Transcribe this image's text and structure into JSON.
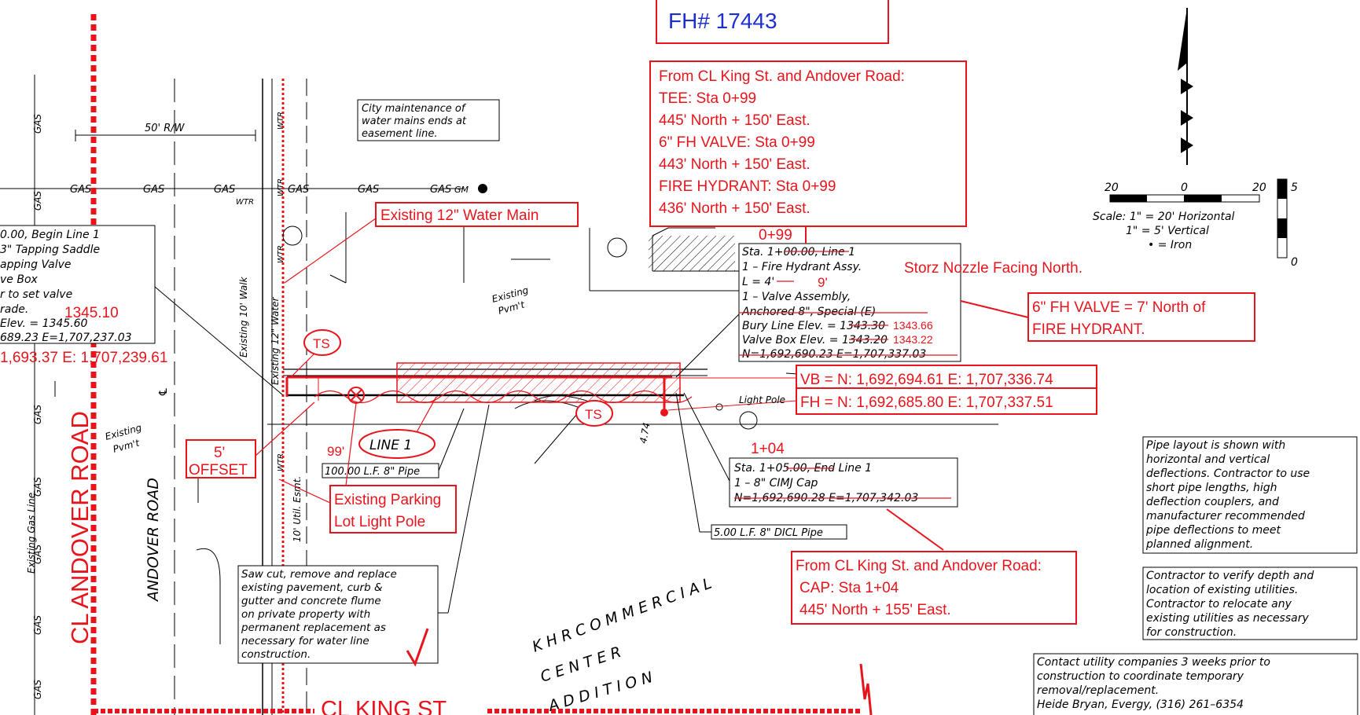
{
  "fh_box": {
    "number": "FH# 17443"
  },
  "location_box_1": {
    "lines": [
      "From CL King St. and Andover Road:",
      "TEE:  Sta 0+99",
      "445' North + 150' East.",
      "6\" FH VALVE:  Sta 0+99",
      "443' North + 150' East.",
      "FIRE HYDRANT:  Sta 0+99",
      "436' North + 150' East."
    ]
  },
  "location_box_2": {
    "lines": [
      "From CL King St. and Andover Road:",
      "CAP:  Sta 1+04",
      "445' North + 155' East."
    ]
  },
  "scale": {
    "tick_left": "20",
    "tick_mid": "0",
    "tick_right": "20",
    "vert_top": "5",
    "vert_bottom": "0",
    "line1": "Scale:  1\"  =  20' Horizontal",
    "line2": "1\"  =  5' Vertical",
    "line3": "• = Iron"
  },
  "callouts": {
    "existing_main": "Existing 12\" Water Main",
    "storz": "Storz Nozzle Facing North.",
    "valve_note": [
      "6\" FH VALVE = 7' North of",
      "FIRE HYDRANT."
    ],
    "vb_coords": "VB = N: 1,692,694.61   E: 1,707,336.74",
    "fh_coords": "FH = N: 1,692,685.80   E: 1,707,337.51",
    "offset": [
      "5'",
      "OFFSET"
    ],
    "light_pole": [
      "Existing Parking",
      "Lot Light Pole"
    ],
    "sta_099": "0+99",
    "sta_104": "1+04",
    "elev_begin": "1345.10",
    "coords_begin": "1,693.37   E: 1,707,239.61",
    "bury_elev": "1343.66",
    "vbox_elev": "1343.22",
    "length_new": "9'",
    "dim_99": "99'",
    "ts": "TS"
  },
  "notes": {
    "city_maint": [
      "City maintenance of",
      "water mains ends at",
      "easement line."
    ],
    "begin_line": [
      "0.00, Begin Line 1",
      "3\" Tapping Saddle",
      "apping Valve",
      "ve Box",
      "r to set valve",
      "rade.",
      "Elev. = 1345.60",
      "689.23  E=1,707,237.03"
    ],
    "fh_assy": [
      "Sta. 1+00.00, Line 1",
      "1 – Fire Hydrant Assy.",
      "L = 4'",
      "1 – Valve Assembly,",
      "Anchored 8\", Special (E)",
      "Bury Line Elev. = 1343.30",
      "Valve Box Elev. = 1343.20",
      "N=1,692,690.23  E=1,707,337.03"
    ],
    "end_line": [
      "Sta. 1+05.00, End Line 1",
      "1 – 8\" CIMJ Cap",
      "N=1,692,690.28  E=1,707,342.03"
    ],
    "pipe_800": "100.00 L.F. 8\" Pipe",
    "pipe_500": "5.00 L.F. 8\" DICL Pipe",
    "saw_cut": [
      "Saw cut, remove and replace",
      "existing pavement, curb &",
      "gutter and concrete flume",
      "on private property with",
      "permanent replacement as",
      "necessary for water line",
      "construction."
    ],
    "pipe_layout": [
      "Pipe layout is shown with",
      "horizontal and vertical",
      "deflections.  Contractor to use",
      "short pipe lengths, high",
      "deflection couplers, and",
      "manufacturer recommended",
      "pipe deflections to meet",
      "planned alignment."
    ],
    "verify": [
      "Contractor to verify depth and",
      "location of existing utilities.",
      "Contractor to relocate any",
      "existing utilities as necessary",
      "for construction."
    ],
    "contact": [
      "Contact utility companies 3 weeks prior to",
      "construction to coordinate temporary",
      "removal/replacement.",
      "Heide Bryan, Evergy, (316) 261–6354"
    ]
  },
  "labels": {
    "row": "50' R/W",
    "gas": "GAS",
    "wtr": "WTR",
    "gm": "GM",
    "existing_walk": "Existing 10' Walk",
    "existing_water": "Existing 12\" Water",
    "util_esmt": "10' Util. Esmt.",
    "existing_pvmt": [
      "Existing",
      "Pvm't"
    ],
    "existing_gas": "Existing Gas Line",
    "line_1": "LINE 1",
    "light_pole": "Light Pole",
    "andover": "ANDOVER ROAD",
    "cl_andover": "CL ANDOVER ROAD",
    "cl_king": "CL KING ST",
    "khr": "K H R   C O M M E R C I A L",
    "center": "C E N T E R",
    "addition": "A D D I T I O N",
    "cl": "℄",
    "dim_474": "4.74"
  }
}
